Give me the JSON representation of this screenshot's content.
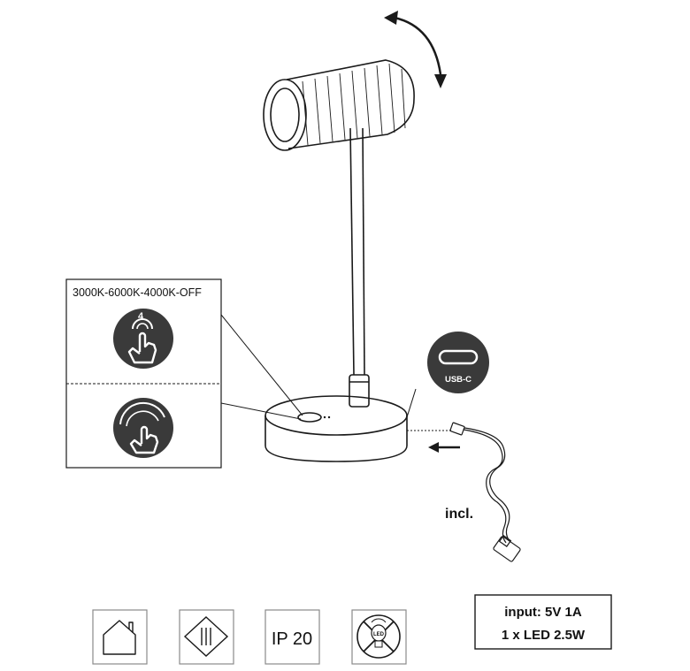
{
  "panel": {
    "sequence_label": "3000K-6000K-4000K-OFF",
    "tap_count": "4"
  },
  "usb": {
    "port_label": "USB-C",
    "included_label": "incl."
  },
  "specs": {
    "input": "input: 5V 1A",
    "led": "1 x LED 2.5W"
  },
  "icons": {
    "ip_rating": "IP 20",
    "no_led_replace_text": "LED"
  },
  "colors": {
    "line": "#1a1a1a",
    "icon_fill": "#3a3a3a",
    "icon_border": "#8a8a8a"
  }
}
